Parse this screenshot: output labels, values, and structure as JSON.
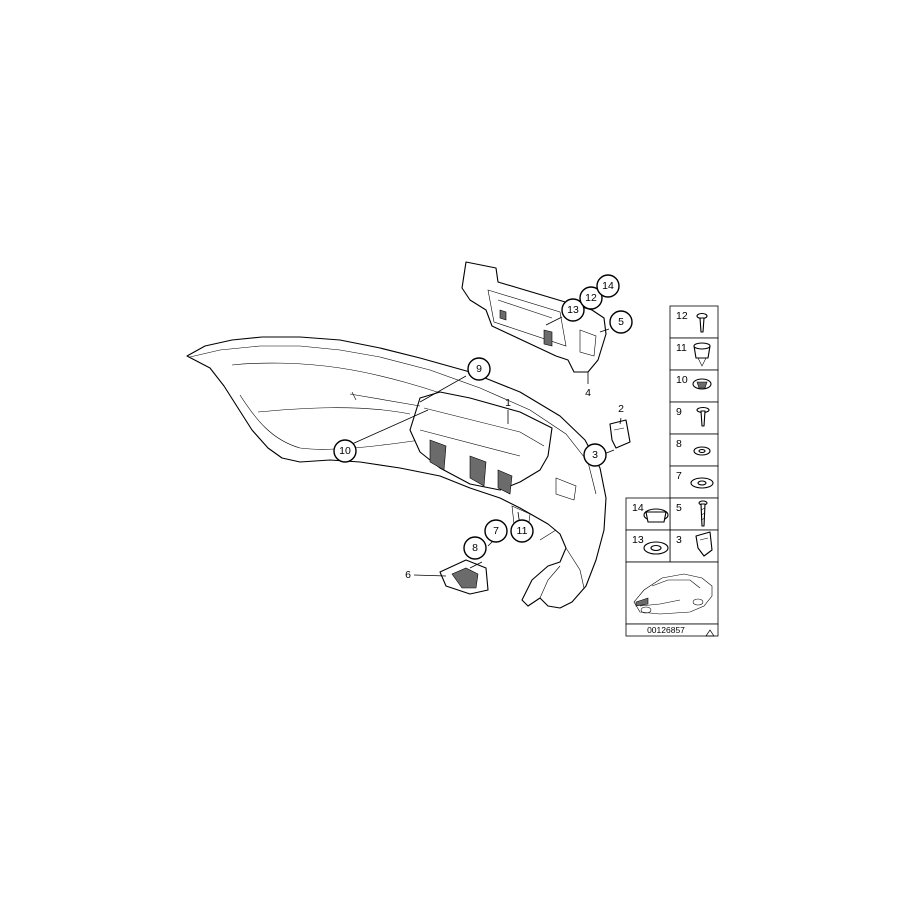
{
  "diagram": {
    "part_callouts": {
      "c9": "9",
      "c10": "10",
      "c13": "13",
      "c12": "12",
      "c14": "14",
      "c5": "5",
      "c3": "3",
      "c7": "7",
      "c8": "8",
      "c11": "11"
    },
    "plain_labels": {
      "l1": "1",
      "l2": "2",
      "l4": "4",
      "l6": "6"
    },
    "fastener_grid": {
      "right_column": [
        "12",
        "11",
        "10",
        "9",
        "8",
        "7",
        "5",
        "3"
      ],
      "left_column": [
        "14",
        "13"
      ]
    },
    "diagram_number": "00126857"
  },
  "colors": {
    "line": "#000000",
    "background": "#ffffff",
    "shade": "#6b6b6b"
  }
}
